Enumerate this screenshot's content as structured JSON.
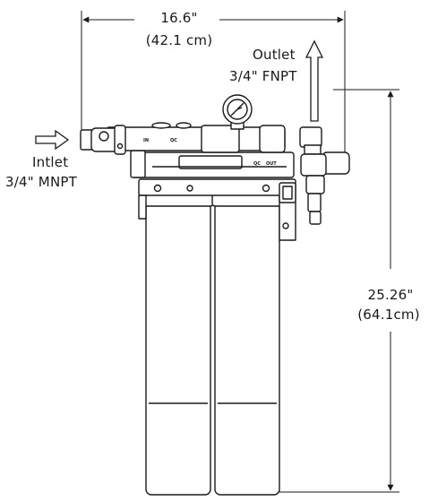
{
  "dimensions": {
    "width": {
      "imperial": "16.6\"",
      "metric": "(42.1 cm)"
    },
    "height": {
      "imperial": "25.26\"",
      "metric": "(64.1cm)"
    }
  },
  "connections": {
    "inlet": {
      "label": "Intlet",
      "spec": "3/4\" MNPT"
    },
    "outlet": {
      "label": "Outlet",
      "spec": "3/4\" FNPT"
    }
  },
  "head_markings": {
    "in": "IN",
    "qc_left": "QC",
    "qc_right": "QC",
    "out": "OUT"
  },
  "colors": {
    "line": "#1a1a1a",
    "fill": "#ffffff"
  }
}
